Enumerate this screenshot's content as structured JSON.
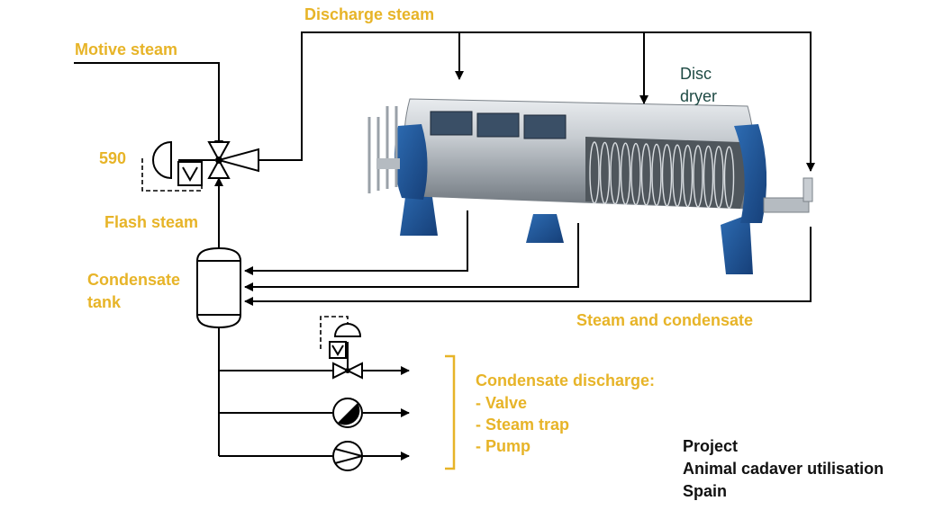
{
  "labels": {
    "discharge_steam": "Discharge steam",
    "motive_steam": "Motive steam",
    "controller_id": "590",
    "flash_steam": "Flash steam",
    "condensate_tank_line1": "Condensate",
    "condensate_tank_line2": "tank",
    "disc_dryer_line1": "Disc",
    "disc_dryer_line2": "dryer",
    "steam_and_condensate": "Steam and condensate",
    "condensate_discharge_title": "Condensate discharge:",
    "discharge_option_valve": "- Valve",
    "discharge_option_steam_trap": "- Steam trap",
    "discharge_option_pump": "- Pump"
  },
  "project": {
    "heading": "Project",
    "name": "Animal cadaver utilisation",
    "country": "Spain"
  },
  "colors": {
    "label_yellow": "#e7b428",
    "dryer_body_blue": "#1f5aa0",
    "line_black": "#000000"
  }
}
